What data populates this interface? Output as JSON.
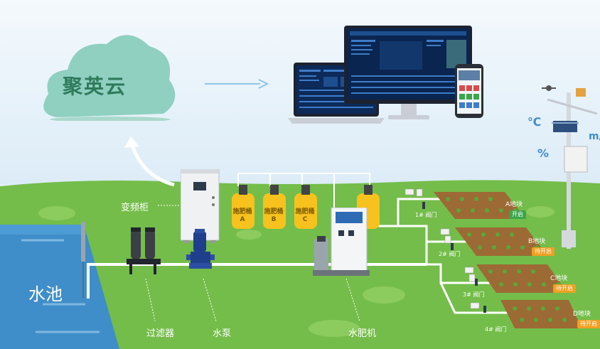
{
  "cloud": {
    "brand": "聚英云"
  },
  "weather": {
    "temp_unit": "℃",
    "humidity_unit": "%",
    "wind_unit": "m/"
  },
  "pond": {
    "label": "水池"
  },
  "equipment": {
    "cabinet": "变频柜",
    "filter": "过滤器",
    "pump": "水泵",
    "fertilizer_machine": "水肥机"
  },
  "tanks": [
    {
      "line1": "施肥桶",
      "line2": "A"
    },
    {
      "line1": "施肥桶",
      "line2": "B"
    },
    {
      "line1": "施肥桶",
      "line2": "C"
    }
  ],
  "valves": [
    "1# 阀门",
    "2# 阀门",
    "3# 阀门",
    "4# 阀门"
  ],
  "plots": [
    {
      "name": "A地块",
      "status": "开启",
      "status_color": "#3aa64a"
    },
    {
      "name": "B地块",
      "status": "待开启",
      "status_color": "#f0a020"
    },
    {
      "name": "C地块",
      "status": "待开启",
      "status_color": "#f0a020"
    },
    {
      "name": "D地块",
      "status": "待开启",
      "status_color": "#f0a020"
    }
  ],
  "colors": {
    "grass": "#74bd4a",
    "pond": "#3f8ec9",
    "pipe": "#ffffff",
    "cloud": "#8fd0c0"
  }
}
